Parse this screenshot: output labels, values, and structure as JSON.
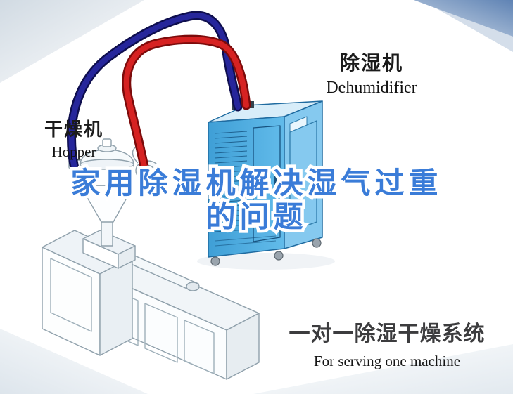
{
  "machine_labels": {
    "dehumidifier_cn": "除湿机",
    "dehumidifier_en": "Dehumidifier",
    "hopper_cn": "干燥机",
    "hopper_en": "Hopper"
  },
  "headline": {
    "line1": "家用除湿机解决湿气过重",
    "line2": "的问题"
  },
  "footer": {
    "title_cn": "一对一除湿干燥系统",
    "subtitle_en": "For serving one machine"
  },
  "colors": {
    "headline_blue": "#3a7cd8",
    "hose_red": "#d62222",
    "hose_navy": "#26269b",
    "dehumidifier_blue": "#54b1e2",
    "corner_blue": "#5f83b4",
    "label_text": "#1b1b1b"
  }
}
